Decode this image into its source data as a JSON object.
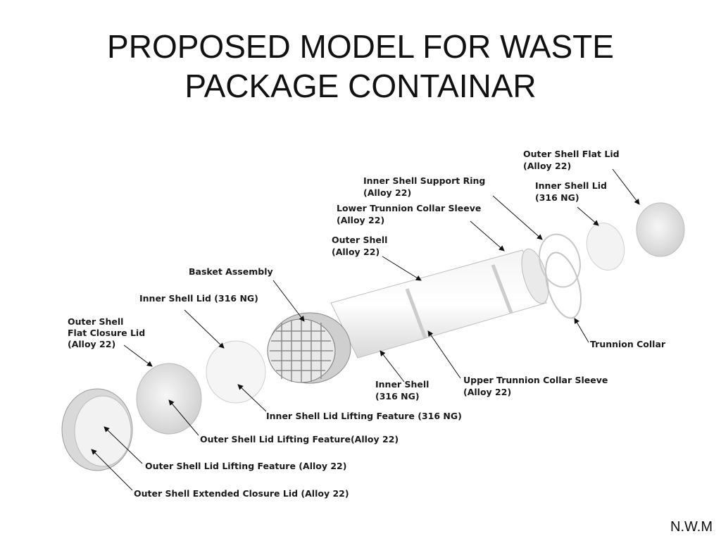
{
  "slide": {
    "title_line1": "PROPOSED MODEL FOR WASTE",
    "title_line2": "PACKAGE CONTAINAR",
    "footer": "N.W.M"
  },
  "diagram": {
    "labels": {
      "outer_shell_flat_lid": [
        "Outer Shell Flat Lid",
        "(Alloy 22)"
      ],
      "inner_shell_support_ring": [
        "Inner Shell Support Ring",
        "(Alloy 22)"
      ],
      "inner_shell_lid_top": [
        "Inner Shell Lid",
        "(316 NG)"
      ],
      "lower_trunnion_collar_sleeve": [
        "Lower Trunnion Collar Sleeve",
        "(Alloy 22)"
      ],
      "outer_shell": [
        "Outer Shell",
        "(Alloy 22)"
      ],
      "basket_assembly": [
        "Basket Assembly"
      ],
      "inner_shell_lid_left": [
        "Inner Shell Lid (316 NG)"
      ],
      "outer_shell_flat_closure_lid": [
        "Outer Shell",
        "Flat Closure Lid",
        "(Alloy 22)"
      ],
      "trunnion_collar": [
        "Trunnion Collar"
      ],
      "inner_shell": [
        "Inner Shell",
        "(316 NG)"
      ],
      "upper_trunnion_collar_sleeve": [
        "Upper Trunnion Collar Sleeve",
        "(Alloy 22)"
      ],
      "inner_shell_lid_lifting_feature": [
        "Inner Shell Lid Lifting Feature (316 NG)"
      ],
      "outer_shell_lid_lifting_feature_a": [
        "Outer Shell Lid Lifting Feature(Alloy 22)"
      ],
      "outer_shell_lid_lifting_feature_b": [
        "Outer Shell Lid Lifting Feature (Alloy 22)"
      ],
      "outer_shell_extended_closure_lid": [
        "Outer Shell Extended Closure Lid (Alloy 22)"
      ]
    }
  }
}
